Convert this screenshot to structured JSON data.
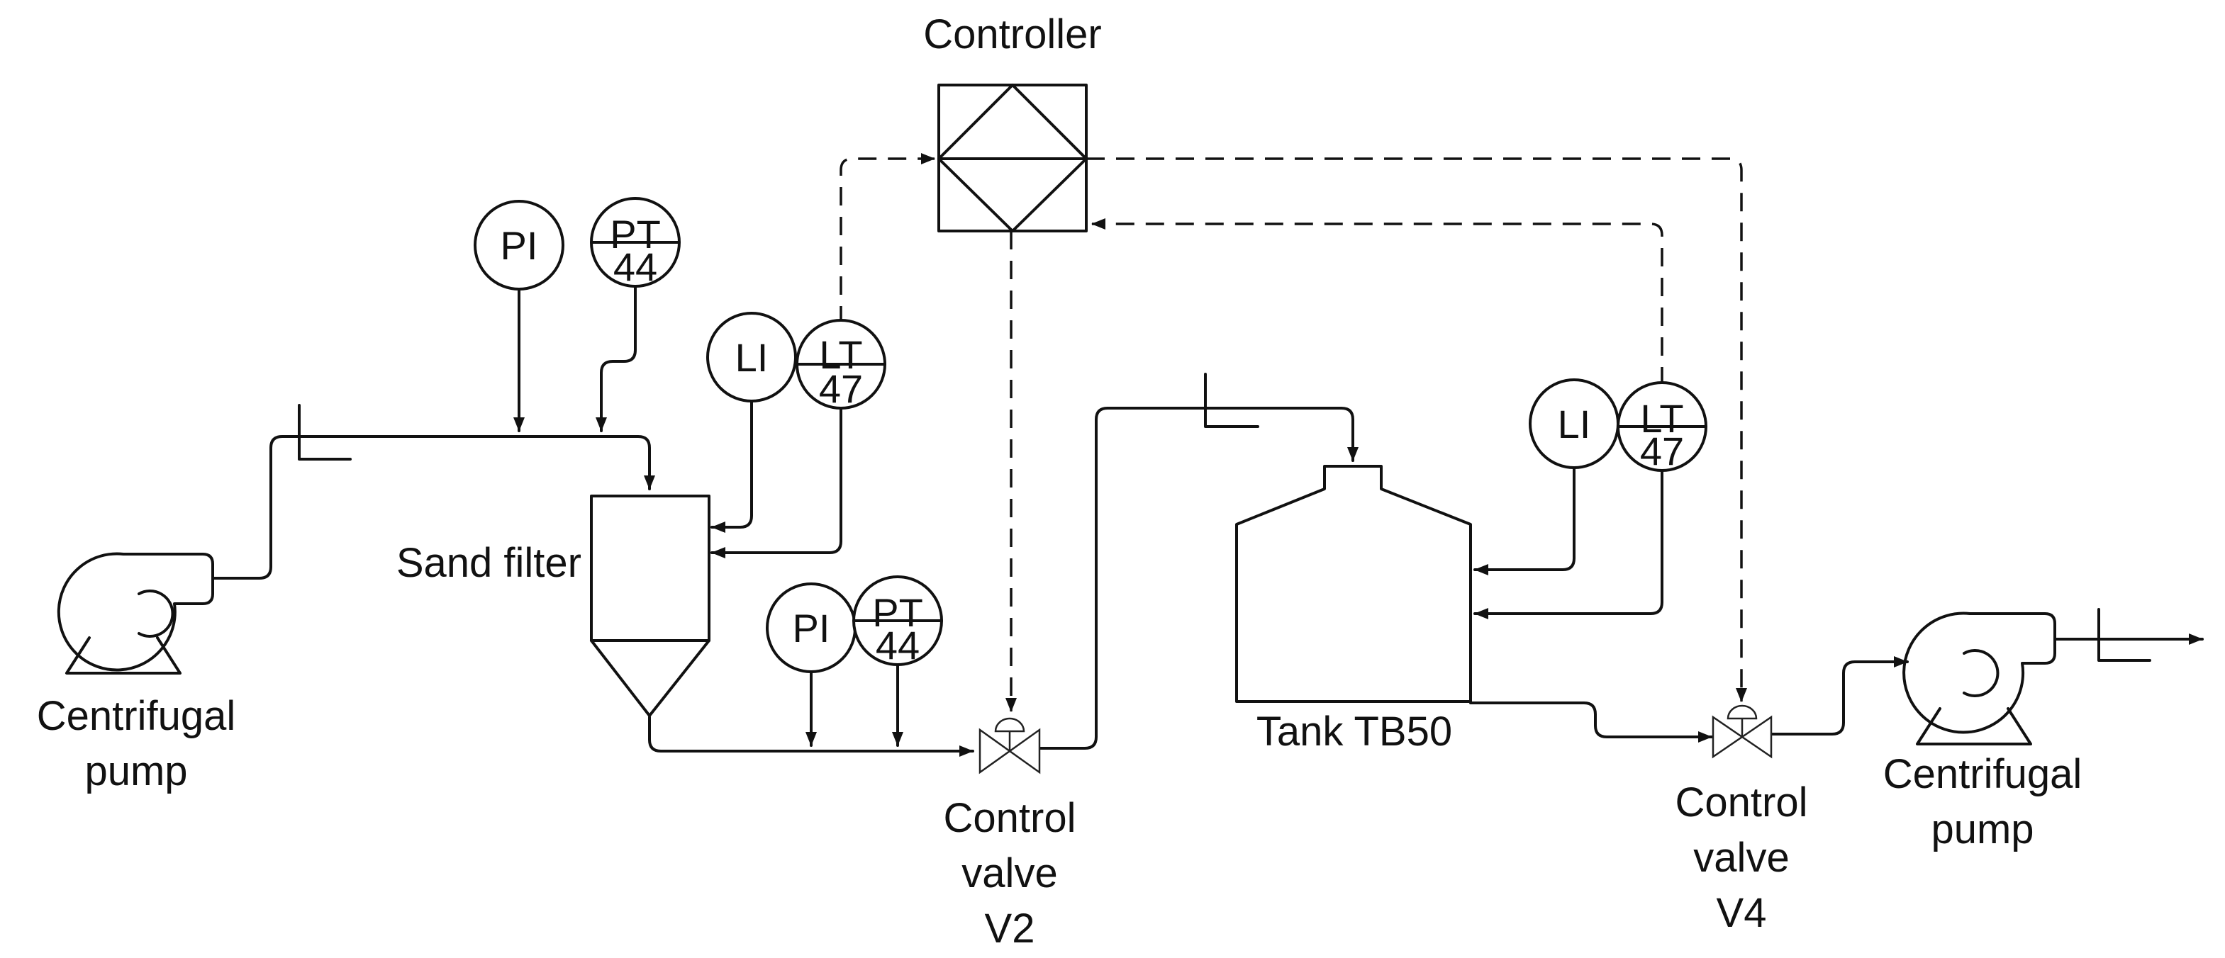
{
  "labels": {
    "controller": "Controller",
    "sand_filter": "Sand filter",
    "tank": "Tank TB50",
    "pump_left_line1": "Centrifugal",
    "pump_left_line2": "pump",
    "pump_right_line1": "Centrifugal",
    "pump_right_line2": "pump",
    "valve_v2_line1": "Control",
    "valve_v2_line2": "valve",
    "valve_v2_line3": "V2",
    "valve_v4_line1": "Control",
    "valve_v4_line2": "valve",
    "valve_v4_line3": "V4"
  },
  "instruments": {
    "pi_top": "PI",
    "pt_top_tag": "PT",
    "pt_top_num": "44",
    "li_left": "LI",
    "lt_left_tag": "LT",
    "lt_left_num": "47",
    "pi_bottom": "PI",
    "pt_bottom_tag": "PT",
    "pt_bottom_num": "44",
    "li_right": "LI",
    "lt_right_tag": "LT",
    "lt_right_num": "47"
  }
}
